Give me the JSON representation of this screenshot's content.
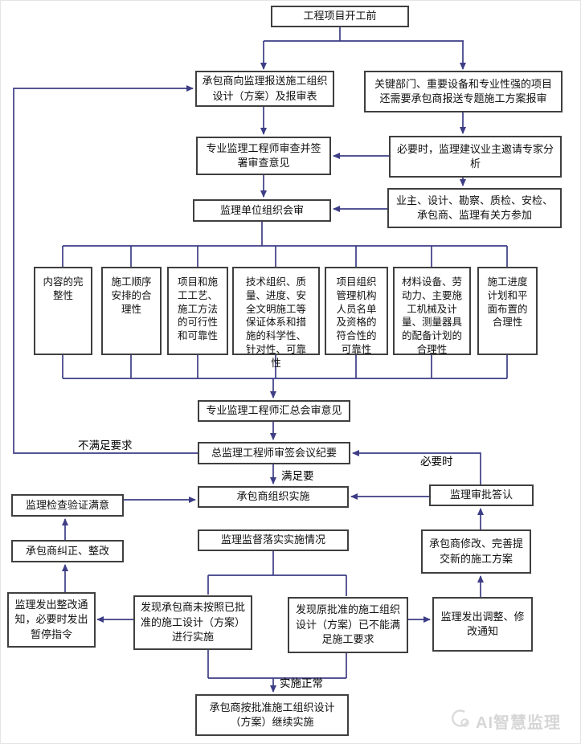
{
  "diagram": {
    "nodes": {
      "start": "工程项目开工前",
      "submit": "承包商向监理报送施工组织设计（方案）及报审表",
      "special": "关键部门、重要设备和专业性强的项目还需要承包商报送专题施工方案报审",
      "review": "专业监理工程师审查并签署审查意见",
      "expert": "必要时，监理建议业主邀请专家分析",
      "joint": "监理单位组织会审",
      "participants": "业主、设计、勘察、质检、安检、承包商、监理有关方参加",
      "summary": "专业监理工程师汇总会审意见",
      "chief": "总监理工程师审签会议纪要",
      "implement": "承包商组织实施",
      "supervise": "监理监督落实实施情况",
      "approve": "监理审批答认",
      "verify": "监理检查验证满意",
      "correct": "承包商纠正、整改",
      "rectify": "监理发出整改通知，必要时发出暂停指令",
      "found_violation": "发现承包商未按照已批准的施工设计（方案）进行实施",
      "found_invalid": "发现原批准的施工组织设计（方案）已不能满足施工要求",
      "adjust": "监理发出调整、修改通知",
      "resubmit": "承包商修改、完善提交新的施工方案",
      "continue_impl": "承包商按批准施工组织设计（方案）继续实施"
    },
    "aspects": [
      "内容的完整性",
      "施工顺序安排的合理性",
      "项目和施工工艺、施工方法的可行性和可靠性",
      "技术组织、质量、进度、安全文明施工等保证体系和措施的科学性、针对性、可靠性",
      "项目组织管理机构人员名单及资格的符合性的可靠性",
      "材料设备、劳动力、主要施工机械及计量、测量器具的配备计划的合理性",
      "施工进度计划和平面布置的合理性"
    ],
    "labels": {
      "not_satisfied": "不满足要求",
      "satisfied": "满足要",
      "necessary": "必要时",
      "normal": "实施正常"
    },
    "watermark": {
      "text": "AI智慧监理"
    },
    "colors": {
      "line": "#3d3d86",
      "border": "#3f3f3f",
      "text": "#111111",
      "watermark": "#d6d6d6"
    }
  }
}
